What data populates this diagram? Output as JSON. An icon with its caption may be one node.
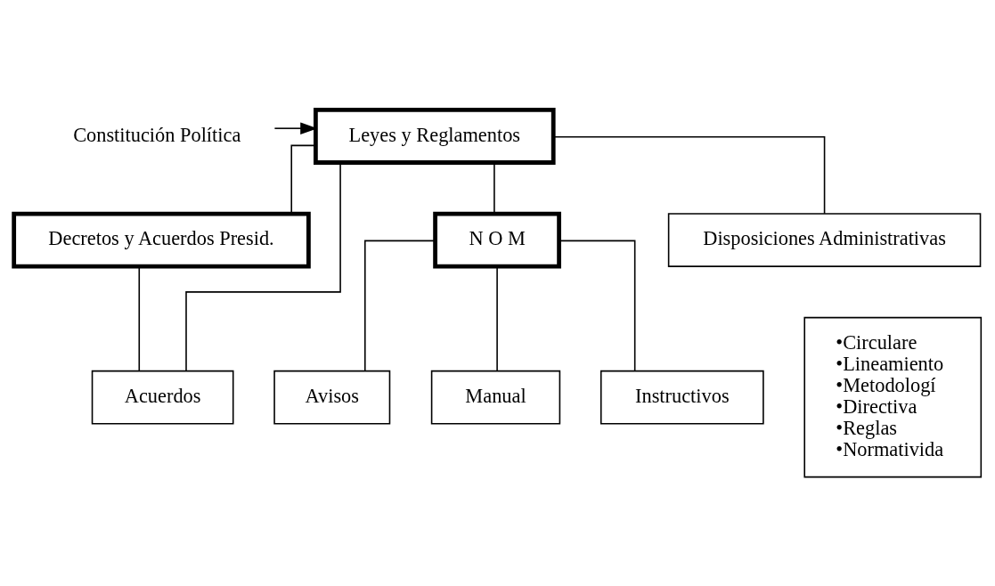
{
  "diagram": {
    "nodes": [
      {
        "text": [
          "Constitución Política"
        ]
      },
      {
        "text": [
          "Leyes y Reglamentos"
        ]
      },
      {
        "text": [
          "Decretos y Acuerdos Presid."
        ]
      },
      {
        "text": [
          "N O M"
        ]
      },
      {
        "text": [
          "Acuerdos"
        ]
      },
      {
        "text": [
          "Disposiciones Administrativas"
        ]
      },
      {
        "text": [
          "•Circulare",
          "•Lineamiento",
          "•Metodologí",
          "•Directiva",
          "•Reglas",
          "•Normativida"
        ]
      },
      {
        "text": [
          "Avisos"
        ]
      },
      {
        "text": [
          "Manual"
        ]
      },
      {
        "text": [
          "Instructivos"
        ]
      }
    ],
    "edges": [
      {
        "from": 0,
        "to": 1,
        "arrow": "to"
      },
      {
        "from": 1,
        "to": 2,
        "arrow": "none"
      },
      {
        "from": 1,
        "to": 3,
        "arrow": "none"
      },
      {
        "from": 1,
        "to": 4,
        "arrow": "none"
      },
      {
        "from": 1,
        "to": 5,
        "arrow": "none"
      },
      {
        "from": 2,
        "to": 4,
        "arrow": "none"
      },
      {
        "from": 3,
        "to": 7,
        "arrow": "none"
      },
      {
        "from": 3,
        "to": 8,
        "arrow": "none"
      },
      {
        "from": 3,
        "to": 9,
        "arrow": "none"
      }
    ]
  }
}
